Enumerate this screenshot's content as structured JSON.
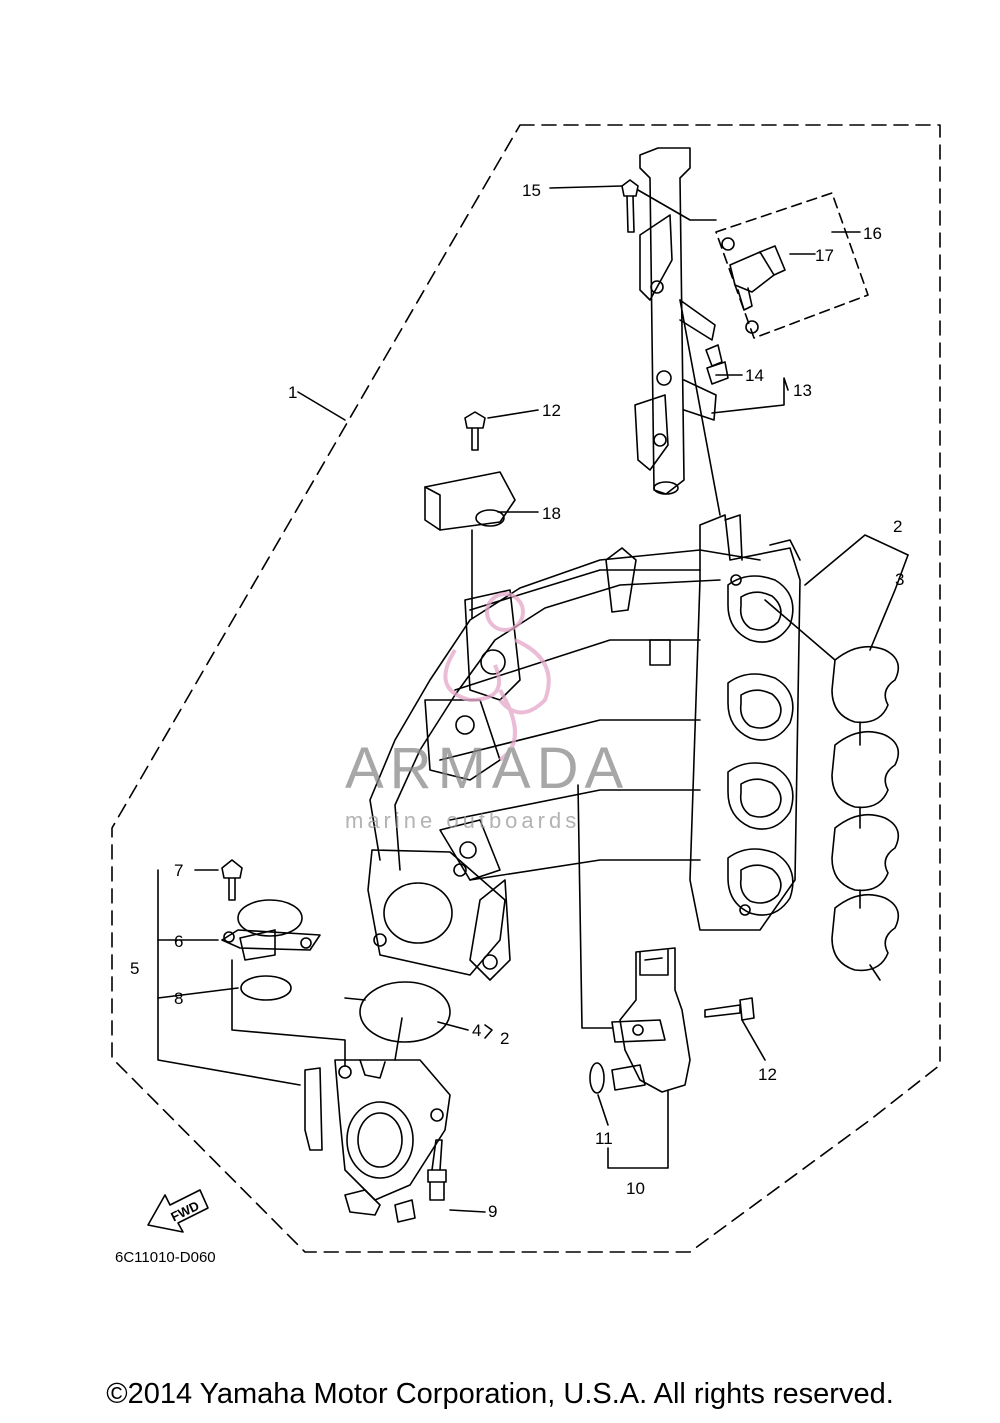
{
  "diagram_code": "6C11010-D060",
  "copyright": "©2014 Yamaha Motor Corporation, U.S.A. All rights reserved.",
  "watermark": {
    "brand": "ARMADA",
    "tagline": "marine outboards",
    "color": "#e3a6c8"
  },
  "fwd_label": "FWD",
  "part_labels": [
    {
      "id": "1",
      "text": "1"
    },
    {
      "id": "2a",
      "text": "2"
    },
    {
      "id": "2b",
      "text": "2"
    },
    {
      "id": "3",
      "text": "3"
    },
    {
      "id": "4",
      "text": "4"
    },
    {
      "id": "5",
      "text": "5"
    },
    {
      "id": "6",
      "text": "6"
    },
    {
      "id": "7",
      "text": "7"
    },
    {
      "id": "8",
      "text": "8"
    },
    {
      "id": "9",
      "text": "9"
    },
    {
      "id": "10",
      "text": "10"
    },
    {
      "id": "11",
      "text": "11"
    },
    {
      "id": "12a",
      "text": "12"
    },
    {
      "id": "12b",
      "text": "12"
    },
    {
      "id": "13",
      "text": "13"
    },
    {
      "id": "14",
      "text": "14"
    },
    {
      "id": "15",
      "text": "15"
    },
    {
      "id": "16",
      "text": "16"
    },
    {
      "id": "17",
      "text": "17"
    },
    {
      "id": "18",
      "text": "18"
    }
  ]
}
